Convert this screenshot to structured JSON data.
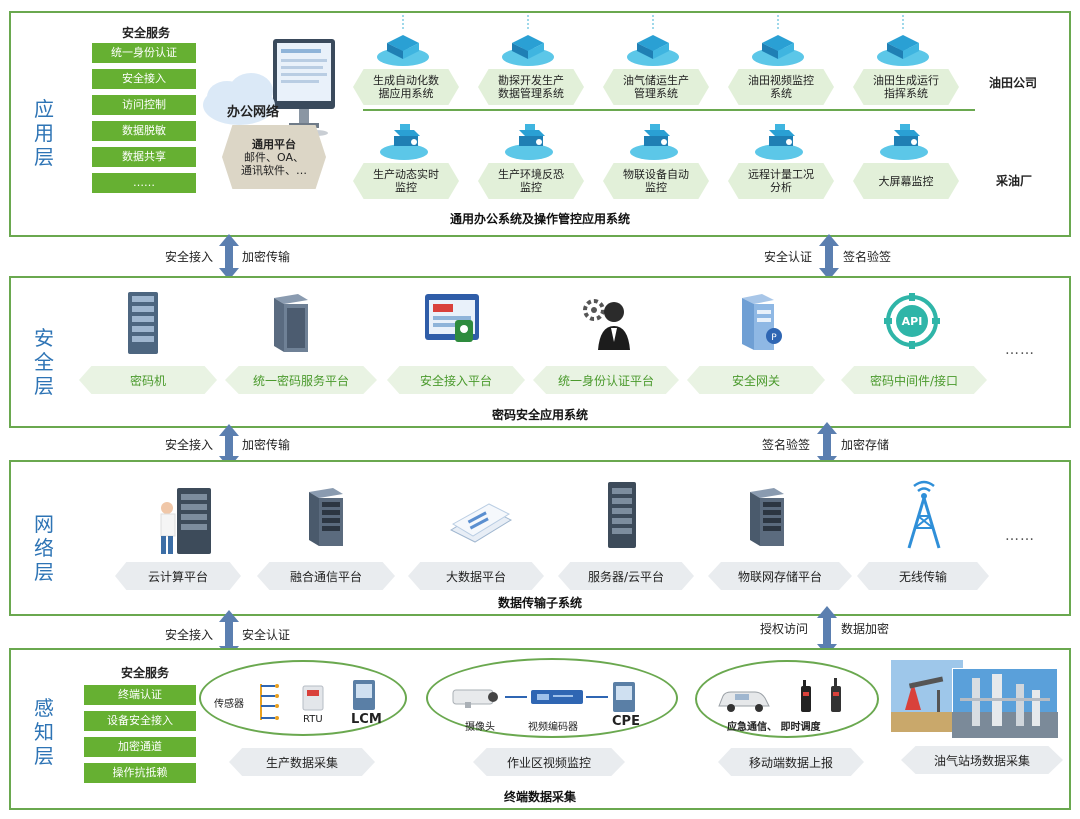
{
  "app_layer": {
    "name": "应用层",
    "services_title": "安全服务",
    "services": [
      "统一身份认证",
      "安全接入",
      "访问控制",
      "数据脱敏",
      "数据共享",
      "……"
    ],
    "office_network": "办公网络",
    "common_platform_title": "通用平台",
    "common_platform_items": "邮件、OA、\n通讯软件、…",
    "oilfield_company": "油田公司",
    "oil_production_plant": "采油厂",
    "company_systems": [
      "生成自动化数\n据应用系统",
      "勘探开发生产\n数据管理系统",
      "油气储运生产\n管理系统",
      "油田视频监控\n系统",
      "油田生成运行\n指挥系统"
    ],
    "plant_systems": [
      "生产动态实时\n监控",
      "生产环境反恐\n监控",
      "物联设备自动\n监控",
      "远程计量工况\n分析",
      "大屏幕监控"
    ],
    "bottom_title": "通用办公系统及操作管控应用系统"
  },
  "arrows_1": {
    "left_a": "安全接入",
    "left_b": "加密传输",
    "right_a": "安全认证",
    "right_b": "签名验签"
  },
  "security_layer": {
    "name": "安全层",
    "items": [
      "密码机",
      "统一密码服务平台",
      "安全接入平台",
      "统一身份认证平台",
      "安全网关",
      "密码中间件/接口"
    ],
    "ellipsis": "……",
    "api_label": "API",
    "bottom_title": "密码安全应用系统"
  },
  "arrows_2": {
    "left_a": "安全接入",
    "left_b": "加密传输",
    "right_a": "签名验签",
    "right_b": "加密存储"
  },
  "network_layer": {
    "name": "网络层",
    "items": [
      "云计算平台",
      "融合通信平台",
      "大数据平台",
      "服务器/云平台",
      "物联网存储平台",
      "无线传输"
    ],
    "ellipsis": "……",
    "bottom_title": "数据传输子系统"
  },
  "arrows_3": {
    "left_a": "安全接入",
    "left_b": "安全认证",
    "right_a": "授权访问",
    "right_b": "数据加密"
  },
  "perception_layer": {
    "name": "感知层",
    "services_title": "安全服务",
    "services": [
      "终端认证",
      "设备安全接入",
      "加密通道",
      "操作抗抵赖"
    ],
    "oval1": {
      "sensor": "传感器",
      "rtu": "RTU",
      "lcm": "LCM"
    },
    "oval2": {
      "camera": "摄像头",
      "encoder": "视频编码器",
      "cpe": "CPE"
    },
    "oval3": {
      "text": "应急通信、 即时调度"
    },
    "items": [
      "生产数据采集",
      "作业区视频监控",
      "移动端数据上报",
      "油气站场数据采集"
    ],
    "bottom_title": "终端数据采集"
  },
  "colors": {
    "layer_border": "#6aa84f",
    "accent_green": "#66b032",
    "layer_name_blue": "#2e74b5",
    "arrow_blue": "#5b7fb0"
  }
}
